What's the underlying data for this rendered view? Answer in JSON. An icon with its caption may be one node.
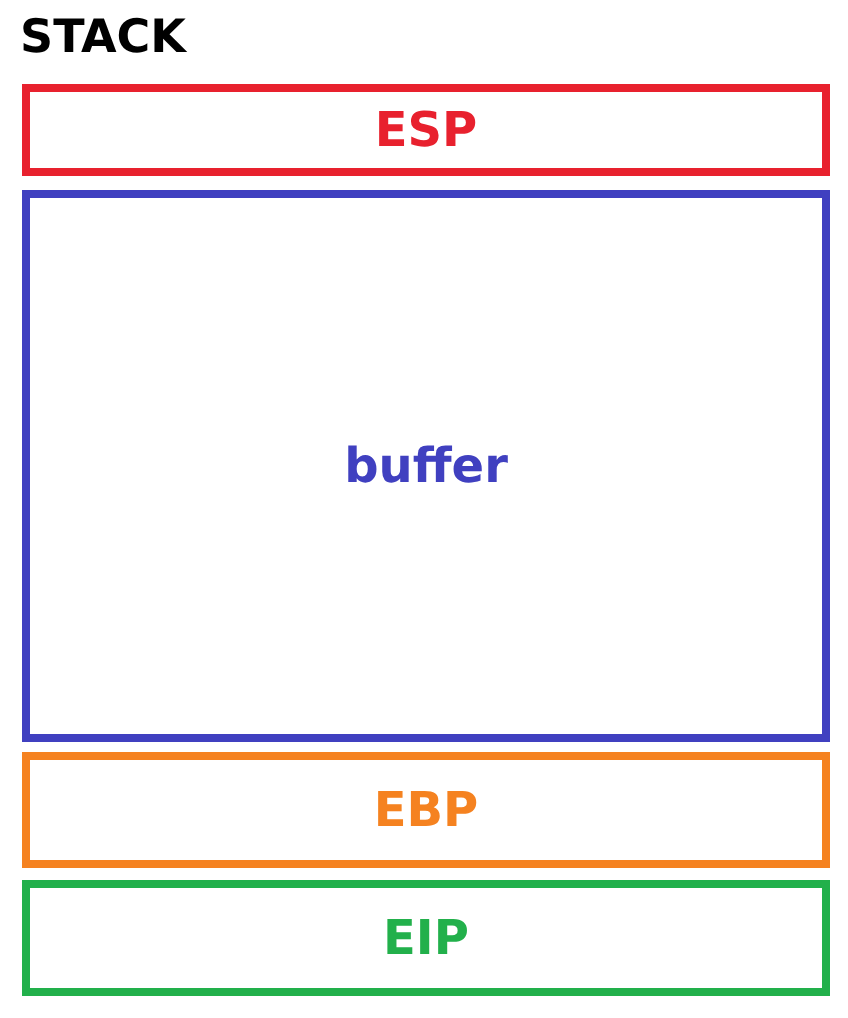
{
  "diagram": {
    "title": "STACK",
    "nodes": [
      {
        "text": [
          "ESP"
        ]
      },
      {
        "text": [
          "buffer"
        ]
      },
      {
        "text": [
          "EBP"
        ]
      },
      {
        "text": [
          "EIP"
        ]
      }
    ],
    "edges": []
  }
}
